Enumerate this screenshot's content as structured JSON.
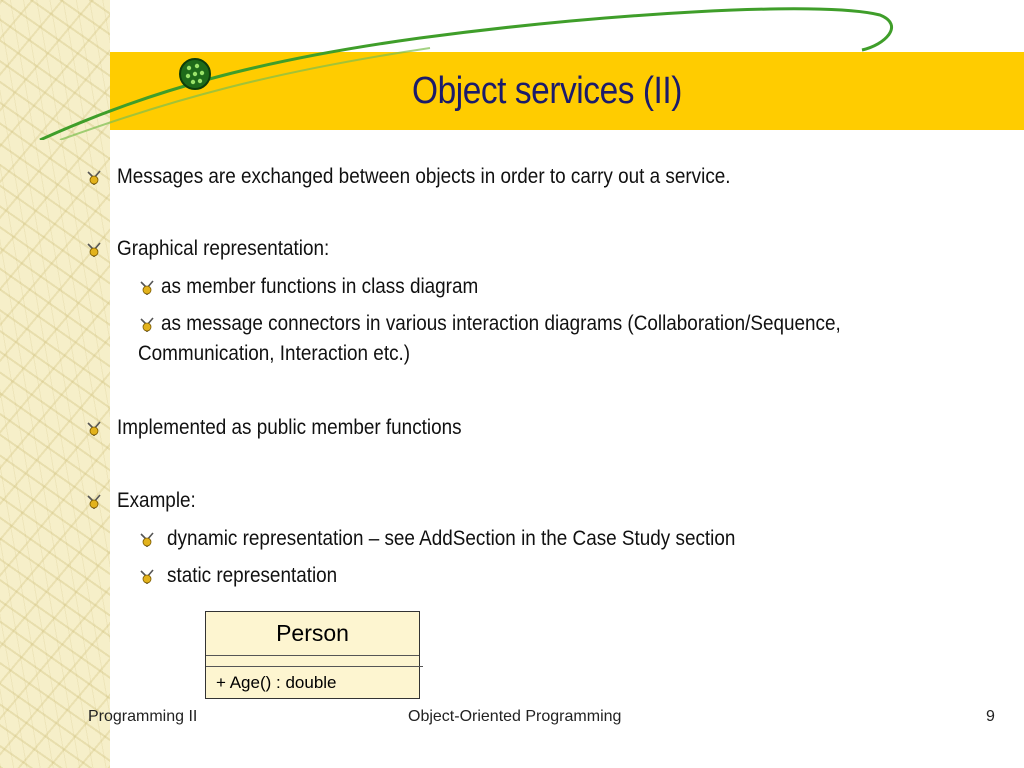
{
  "slide": {
    "title": "Object services (II)",
    "bullets": [
      {
        "level": 1,
        "text": "Messages are exchanged between objects in order to carry out a service."
      },
      {
        "level": 1,
        "text": "Graphical representation:"
      },
      {
        "level": 2,
        "text": "as member functions in class diagram"
      },
      {
        "level": 2,
        "text": "as message connectors in various interaction diagrams (Collaboration/Sequence,",
        "continuation": "Communication, Interaction etc.)"
      },
      {
        "level": 1,
        "text": "Implemented as public member functions"
      },
      {
        "level": 1,
        "text": "Example:"
      },
      {
        "level": 2,
        "text": "dynamic representation – see AddSection in the Case Study section"
      },
      {
        "level": 2,
        "text": "static representation"
      }
    ]
  },
  "uml_class": {
    "name": "Person",
    "operations": [
      "+ Age() : double"
    ]
  },
  "footer": {
    "left": "Programming II",
    "center": "Object-Oriented Programming",
    "page_number": "9"
  },
  "colors": {
    "title_bar": "#ffcc00",
    "title_text": "#1b1b6b",
    "swoosh": "#3f9e2a",
    "uml_fill": "#fdf5d0"
  },
  "icons": {
    "bullet": "gold-flower-bullet-icon",
    "logo": "green-globe-icon"
  }
}
